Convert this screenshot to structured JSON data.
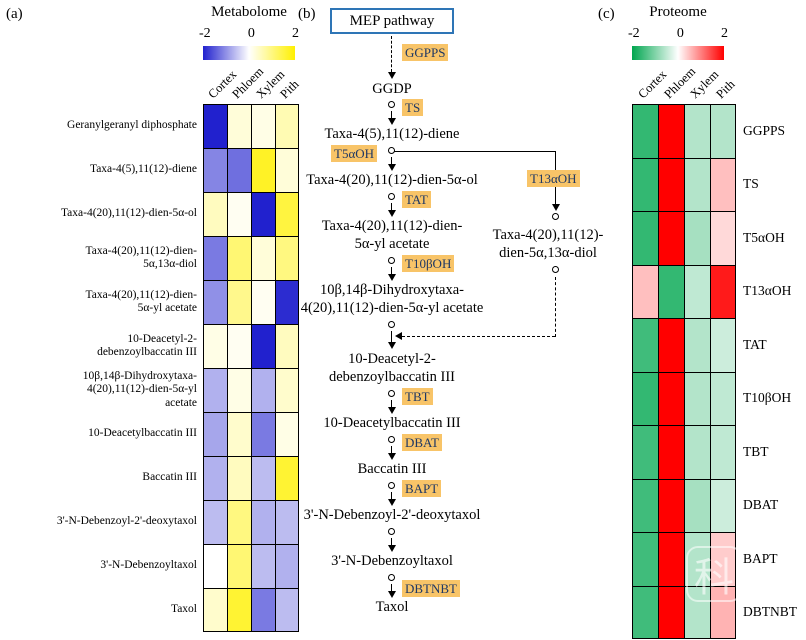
{
  "panel_labels": {
    "a": "(a)",
    "b": "(b)",
    "c": "(c)"
  },
  "pathway": {
    "box_title": "MEP pathway",
    "box_border": "#2E75B6",
    "enzyme_highlight": "#F8C468",
    "enzymes": {
      "ggpps": "GGPPS",
      "ts": "TS",
      "t5aoh": "T5αOH",
      "tat": "TAT",
      "t13aoh": "T13αOH",
      "t10boh": "T10βOH",
      "tbt": "TBT",
      "dbat": "DBAT",
      "bapt": "BAPT",
      "dbtnbt": "DBTNBT"
    },
    "nodes": {
      "ggdp": [
        "GGDP"
      ],
      "taxadiene": [
        "Taxa-4(5),11(12)-diene"
      ],
      "dienol": [
        "Taxa-4(20),11(12)-dien-5α-ol"
      ],
      "acetate": [
        "Taxa-4(20),11(12)-dien-",
        "5α-yl acetate"
      ],
      "dihydroxy": [
        "10β,14β-Dihydroxytaxa-",
        "4(20),11(12)-dien-5α-yl acetate"
      ],
      "diol": [
        "Taxa-4(20),11(12)-",
        "dien-5α,13α-diol"
      ],
      "debenzoylbaccatin": [
        "10-Deacetyl-2-",
        "debenzoylbaccatin III"
      ],
      "deacetylbaccatin": [
        "10-Deacetylbaccatin III"
      ],
      "baccatin": [
        "Baccatin III"
      ],
      "deoxytaxol": [
        "3'-N-Debenzoyl-2'-deoxytaxol"
      ],
      "debenzoyltaxol": [
        "3'-N-Debenzoyltaxol"
      ],
      "taxol": [
        "Taxol"
      ]
    }
  },
  "watermark": {
    "glyph": "科"
  },
  "chart_data": [
    {
      "type": "heatmap",
      "title": "Metabolome",
      "colorbar_position": "top",
      "colorbar": {
        "ticks": [
          "-2",
          "0",
          "2"
        ],
        "low": "#2121CE",
        "mid": "#FFFFFF",
        "high": "#FFF000",
        "range": [
          -2,
          2
        ]
      },
      "columns": [
        "Cortex",
        "Phloem",
        "Xylem",
        "Pith"
      ],
      "rows": [
        "Geranylgeranyl diphosphate",
        "Taxa-4(5),11(12)-diene",
        "Taxa-4(20),11(12)-dien-5α-ol",
        "Taxa-4(20),11(12)-dien-5α,13α-diol",
        "Taxa-4(20),11(12)-dien-5α-yl acetate",
        "10-Deacetyl-2-debenzoylbaccatin III",
        "10β,14β-Dihydroxytaxa-4(20),11(12)-dien-5α-yl acetate",
        "10-Deacetylbaccatin III",
        "Baccatin III",
        "3'-N-Debenzoyl-2'-deoxytaxol",
        "3'-N-Debenzoyltaxol",
        "Taxol"
      ],
      "row_lines": [
        [
          "Geranylgeranyl diphosphate"
        ],
        [
          "Taxa-4(5),11(12)-diene"
        ],
        [
          "Taxa-4(20),11(12)-dien-5α-ol"
        ],
        [
          "Taxa-4(20),11(12)-dien-",
          "5α,13α-diol"
        ],
        [
          "Taxa-4(20),11(12)-dien-",
          "5α-yl acetate"
        ],
        [
          "10-Deacetyl-2-",
          "debenzoylbaccatin III"
        ],
        [
          "10β,14β-Dihydroxytaxa-",
          "4(20),11(12)-dien-5α-yl",
          "acetate"
        ],
        [
          "10-Deacetylbaccatin III"
        ],
        [
          "Baccatin III"
        ],
        [
          "3'-N-Debenzoyl-2'-deoxytaxol"
        ],
        [
          "3'-N-Debenzoyltaxol"
        ],
        [
          "Taxol"
        ]
      ],
      "values": [
        [
          -2.0,
          0.3,
          0.2,
          0.6
        ],
        [
          -1.1,
          -1.3,
          1.7,
          0.3
        ],
        [
          0.5,
          0.1,
          -2.0,
          1.5
        ],
        [
          -1.2,
          1.1,
          0.3,
          1.0
        ],
        [
          -1.0,
          0.9,
          0.1,
          -1.9
        ],
        [
          0.2,
          0.1,
          -2.0,
          0.5
        ],
        [
          -0.7,
          0.2,
          -0.7,
          0.4
        ],
        [
          -0.8,
          0.4,
          -1.2,
          0.2
        ],
        [
          -0.7,
          0.5,
          -0.6,
          1.6
        ],
        [
          -0.6,
          1.0,
          -0.7,
          -0.6
        ],
        [
          0.0,
          1.1,
          -0.6,
          -0.7
        ],
        [
          0.4,
          1.6,
          -1.2,
          -0.6
        ]
      ]
    },
    {
      "type": "heatmap",
      "title": "Proteome",
      "colorbar_position": "top",
      "colorbar": {
        "ticks": [
          "-2",
          "0",
          "2"
        ],
        "low": "#00A64F",
        "mid": "#FFFFFF",
        "high": "#FF0000",
        "range": [
          -2,
          2
        ]
      },
      "columns": [
        "Cortex",
        "Phloem",
        "Xylem",
        "Pith"
      ],
      "rows": [
        "GGPPS",
        "TS",
        "T5αOH",
        "T13αOH",
        "TAT",
        "T10βOH",
        "TBT",
        "DBAT",
        "BAPT",
        "DBTNBT"
      ],
      "values": [
        [
          -1.6,
          2.0,
          -0.6,
          -0.6
        ],
        [
          -1.6,
          2.0,
          -0.6,
          0.5
        ],
        [
          -1.6,
          2.0,
          -0.7,
          0.3
        ],
        [
          0.5,
          -1.6,
          -0.5,
          1.8
        ],
        [
          -1.5,
          2.0,
          -0.6,
          -0.4
        ],
        [
          -1.6,
          2.0,
          -0.6,
          -0.5
        ],
        [
          -1.5,
          2.0,
          -0.6,
          -0.5
        ],
        [
          -1.5,
          2.0,
          -0.7,
          -0.4
        ],
        [
          -1.5,
          2.0,
          -0.6,
          0.4
        ],
        [
          -1.5,
          2.0,
          -0.6,
          0.6
        ]
      ]
    }
  ]
}
